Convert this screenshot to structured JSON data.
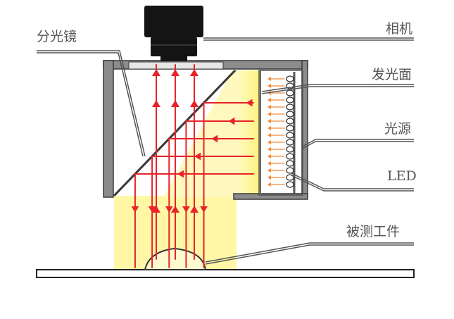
{
  "labels": {
    "beam_splitter": "分光镜",
    "camera": "相机",
    "emitting_surface": "发光面",
    "light_source": "光源",
    "led": "LED",
    "workpiece": "被测工件"
  },
  "colors": {
    "ray": "#e8232a",
    "ray_light": "#f08a3a",
    "light_fill": "#fff7a6",
    "light_fill_strong": "#fff27a",
    "housing": "#8c8c8c",
    "housing_dark": "#3a3a3a",
    "camera": "#1a1a1a",
    "leader": "#555555"
  }
}
